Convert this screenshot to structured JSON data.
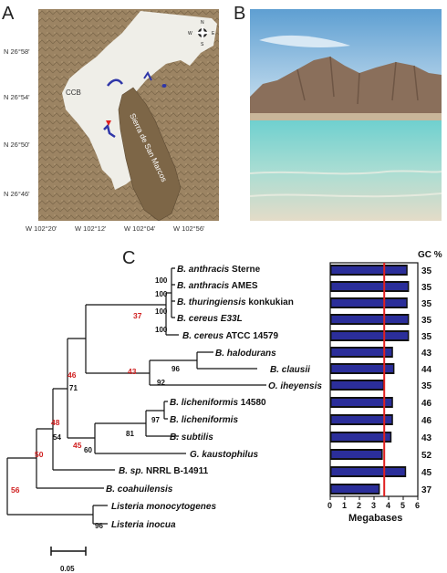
{
  "panels": {
    "a": "A",
    "b": "B",
    "c": "C"
  },
  "map": {
    "lat_labels": [
      "N 26°58'",
      "N 26°54'",
      "N 26°50'",
      "N 26°46'"
    ],
    "lon_labels": [
      "W 102°20'",
      "W 102°12'",
      "W 102°04'",
      "W 102°56'"
    ],
    "ccb_label": "CCB",
    "sierra_label": "Sierra de San Marcos",
    "compass": {
      "n": "N",
      "s": "S",
      "e": "E",
      "w": "W"
    },
    "colors": {
      "land": "#9c8463",
      "basin": "#efeee8",
      "water": "#2f36a8",
      "marker": "#e02020"
    }
  },
  "photo": {
    "colors": {
      "sky": "#7fb6dc",
      "mountain": "#8a6f5b",
      "lagoon": "#7fd6d0",
      "shore": "#d8d0bc"
    }
  },
  "tree": {
    "taxa": [
      {
        "pre": "",
        "italic": "B. anthracis",
        "post": " Sterne"
      },
      {
        "pre": "",
        "italic": "B. anthracis",
        "post": " AMES"
      },
      {
        "pre": "",
        "italic": "B. thuringiensis",
        "post": " konkukian"
      },
      {
        "pre": "",
        "italic": "B. cereus E33L",
        "post": ""
      },
      {
        "pre": "",
        "italic": "B. cereus",
        "post": " ATCC 14579"
      },
      {
        "pre": "",
        "italic": "B. halodurans",
        "post": ""
      },
      {
        "pre": "",
        "italic": "B. clausii",
        "post": ""
      },
      {
        "pre": "",
        "italic": "O. iheyensis",
        "post": ""
      },
      {
        "pre": "",
        "italic": "B. licheniformis",
        "post": " 14580"
      },
      {
        "pre": "",
        "italic": "B. licheniformis",
        "post": ""
      },
      {
        "pre": "",
        "italic": "B. subtilis",
        "post": ""
      },
      {
        "pre": "",
        "italic": "G. kaustophilus",
        "post": ""
      },
      {
        "pre": "",
        "italic": "B. sp.",
        "post": " NRRL B-14911"
      },
      {
        "pre": "",
        "italic": "B. coahuilensis",
        "post": ""
      },
      {
        "pre": "",
        "italic": "Listeria monocytogenes",
        "post": ""
      },
      {
        "pre": "",
        "italic": "Listeria inocua",
        "post": ""
      }
    ],
    "bootstrap": [
      "100",
      "100",
      "100",
      "100",
      "96",
      "92",
      "97",
      "81",
      "71",
      "54",
      "60",
      "96"
    ],
    "red_nodes": [
      "37",
      "43",
      "46",
      "48",
      "45",
      "50",
      "56"
    ],
    "scale_label": "0.05"
  },
  "chart_data": {
    "type": "bar",
    "categories": [
      "B. anthracis Sterne",
      "B. anthracis AMES",
      "B. thuringiensis konkukian",
      "B. cereus E33L",
      "B. cereus ATCC 14579",
      "B. halodurans",
      "B. clausii",
      "O. iheyensis",
      "B. licheniformis 14580",
      "B. licheniformis",
      "B. subtilis",
      "G. kaustophilus",
      "B. sp. NRRL B-14911",
      "B. coahuilensis"
    ],
    "values": [
      5.3,
      5.4,
      5.3,
      5.4,
      5.4,
      4.3,
      4.4,
      3.7,
      4.3,
      4.3,
      4.2,
      3.6,
      5.2,
      3.4
    ],
    "gc_values": [
      "35",
      "35",
      "35",
      "35",
      "35",
      "43",
      "44",
      "35",
      "46",
      "46",
      "43",
      "52",
      "45",
      "37"
    ],
    "gc_header": "GC %",
    "xlabel": "Megabases",
    "xlim": [
      0,
      6
    ],
    "ticks": [
      "0",
      "1",
      "2",
      "3",
      "4",
      "5",
      "6"
    ],
    "reference_line": 3.7,
    "bar_color": "#2b2e9a",
    "reference_color": "#e02020"
  }
}
